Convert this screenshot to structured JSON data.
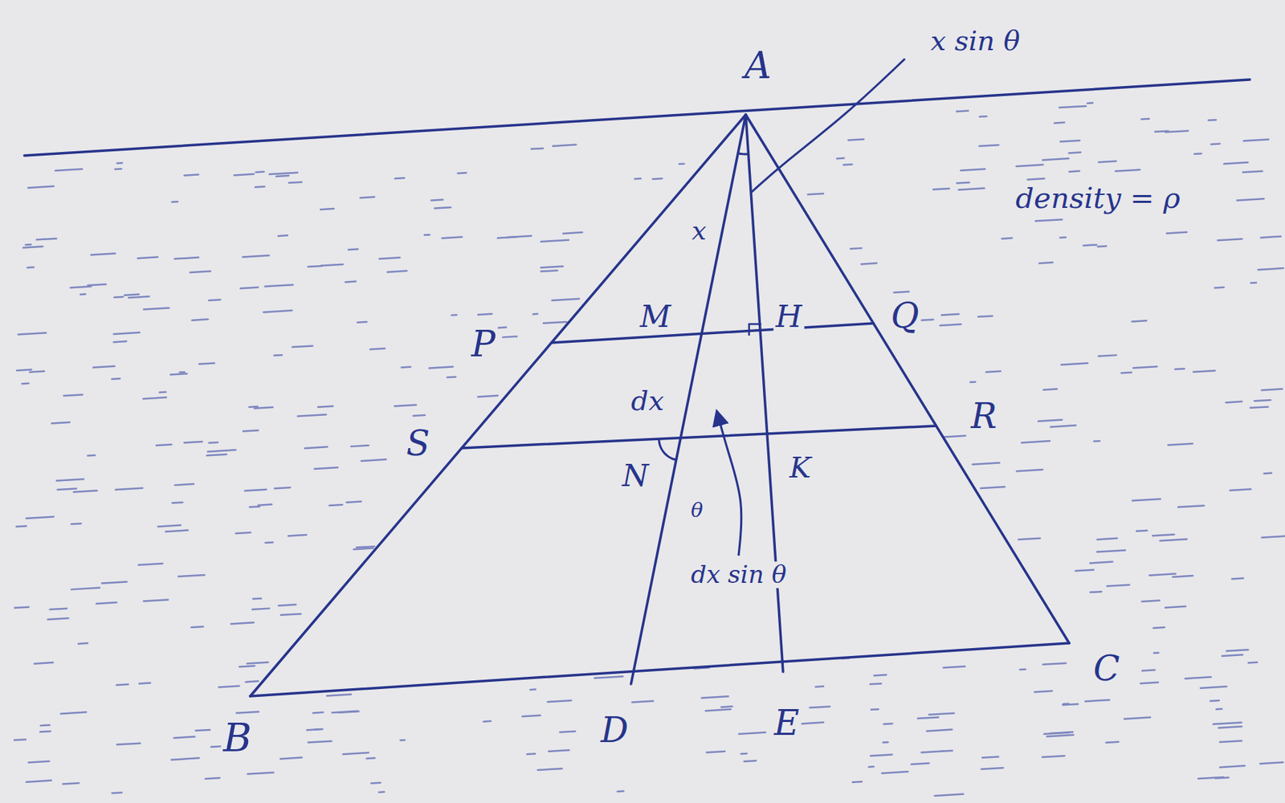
{
  "diagram": {
    "labels": [
      "A",
      "x sin θ",
      "density = ρ",
      "x",
      "P",
      "M",
      "H",
      "Q",
      "dx",
      "R",
      "S",
      "N",
      "K",
      "θ",
      "dx sin θ",
      "B",
      "D",
      "E",
      "C"
    ]
  }
}
